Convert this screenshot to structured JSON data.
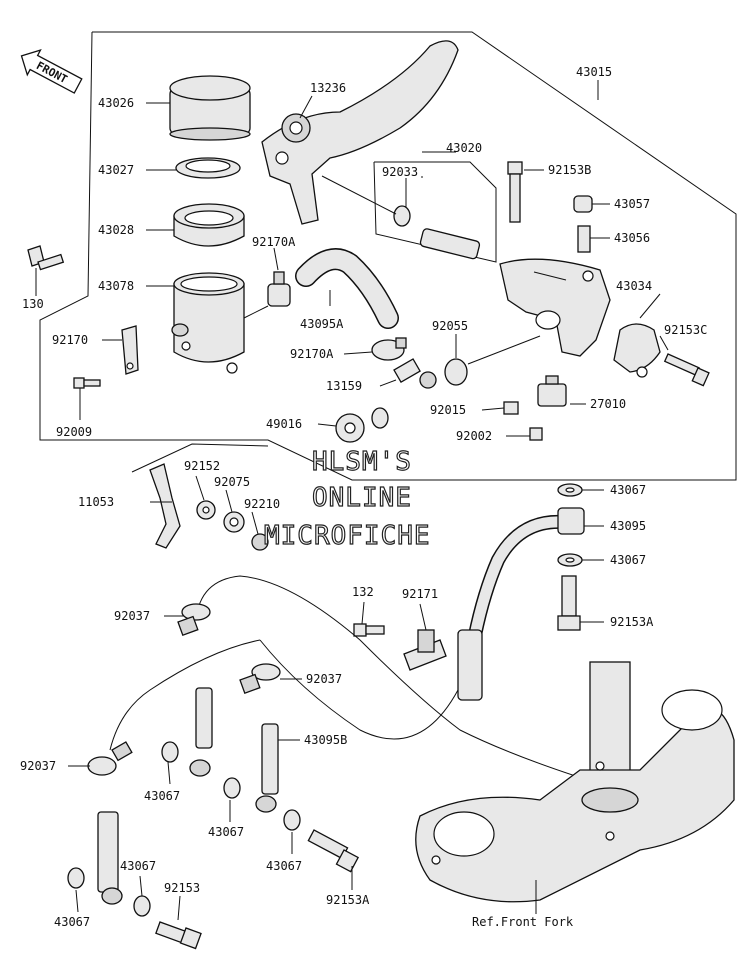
{
  "front_arrow_label": "FRONT",
  "watermark": [
    "HLSM'S",
    "ONLINE",
    "MICROFICHE"
  ],
  "reference_note": "Ref.Front Fork",
  "labels": {
    "p43026": "43026",
    "p43027": "43027",
    "p43028": "43028",
    "p43078": "43078",
    "p130": "130",
    "p92170": "92170",
    "p92009": "92009",
    "p13236": "13236",
    "p43015": "43015",
    "p43020": "43020",
    "p92033": "92033",
    "p92153B": "92153B",
    "p43057": "43057",
    "p43056": "43056",
    "p92170A_top": "92170A",
    "p43095A": "43095A",
    "p92055": "92055",
    "p43034": "43034",
    "p92153C": "92153C",
    "p92170A_mid": "92170A",
    "p13159": "13159",
    "p49016": "49016",
    "p92015": "92015",
    "p27010": "27010",
    "p92002": "92002",
    "p92152": "92152",
    "p92075": "92075",
    "p92210": "92210",
    "p11053": "11053",
    "p43067_a": "43067",
    "p43095": "43095",
    "p43067_b": "43067",
    "p92153A_right": "92153A",
    "p132": "132",
    "p92171": "92171",
    "p92037_a": "92037",
    "p92037_b": "92037",
    "p92037_c": "92037",
    "p43095B": "43095B",
    "p43067_c": "43067",
    "p43067_d": "43067",
    "p43067_e": "43067",
    "p43067_f": "43067",
    "p43067_g": "43067",
    "p92153": "92153",
    "p92153A_bottom": "92153A"
  }
}
